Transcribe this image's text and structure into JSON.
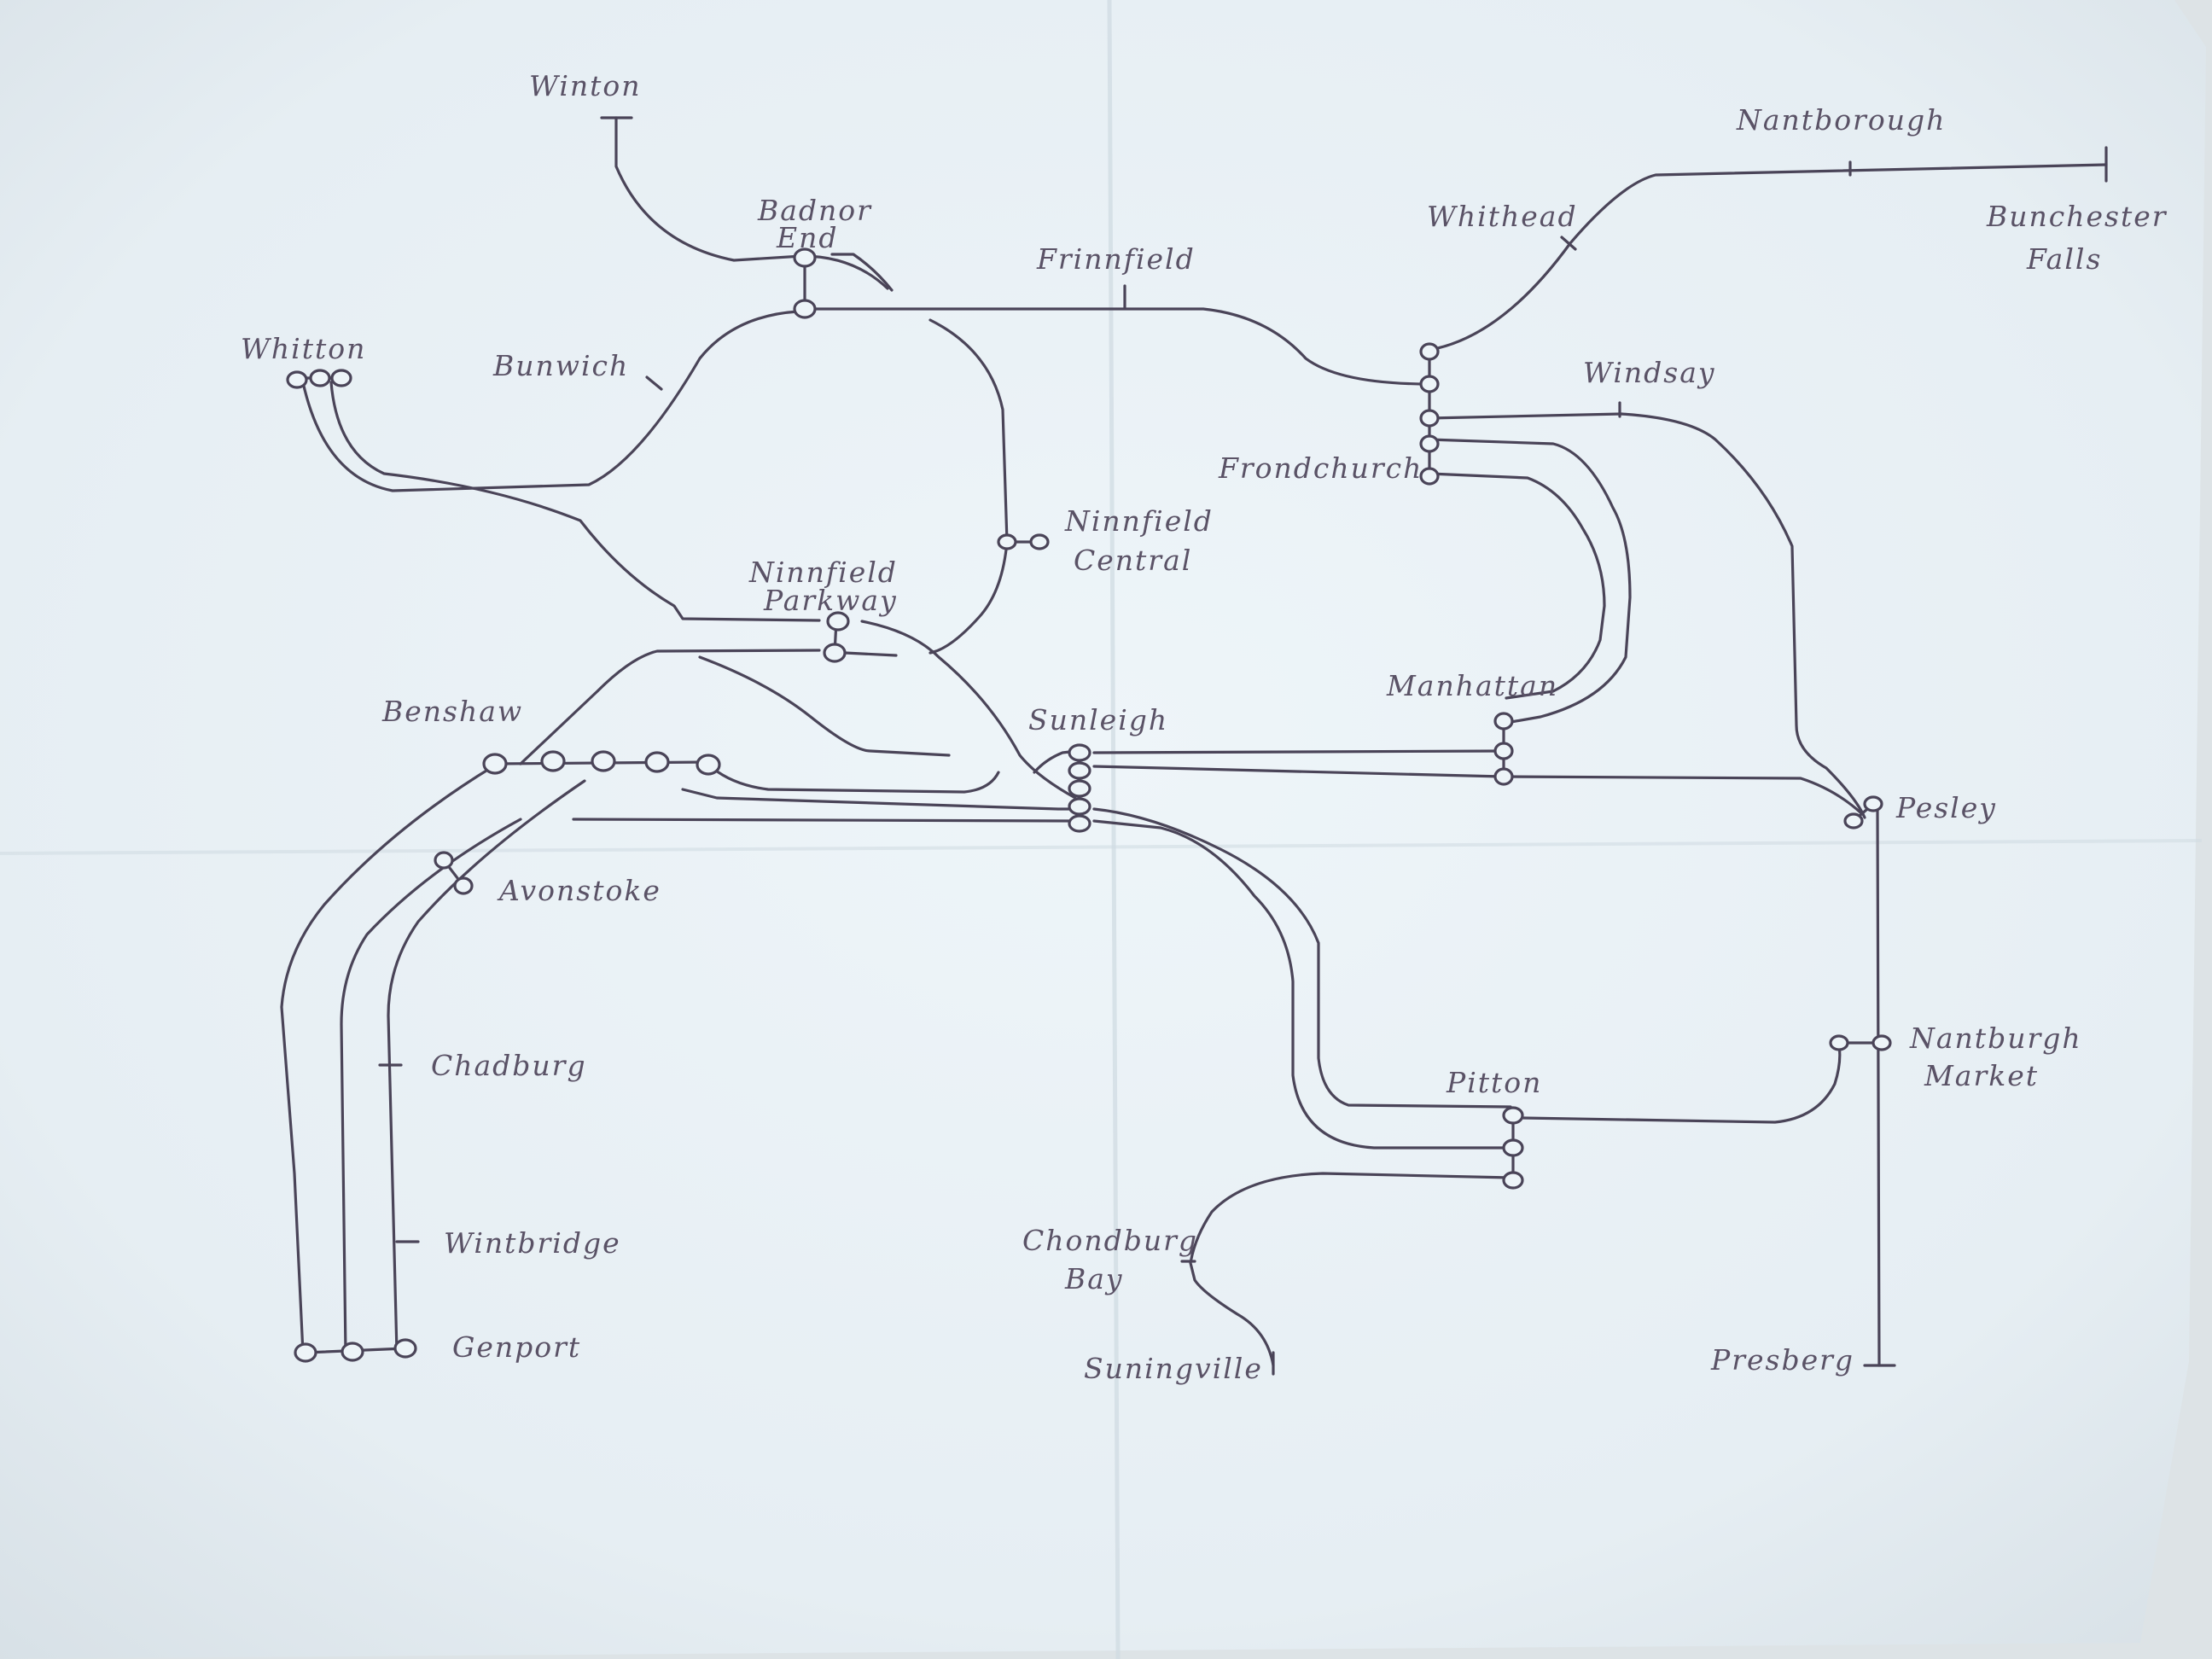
{
  "stations": {
    "winton": "Winton",
    "nantborough": "Nantborough",
    "bunchester_falls_1": "Bunchester",
    "bunchester_falls_2": "Falls",
    "badnor_end_1": "Badnor",
    "badnor_end_2": "End",
    "frinnfield": "Frinnfield",
    "whitton": "Whitton",
    "bunwich": "Bunwich",
    "whithead": "Whithead",
    "windsay": "Windsay",
    "frondchurch": "Frondchurch",
    "ninnfield_central_1": "Ninnfield",
    "ninnfield_central_2": "Central",
    "ninnfield_parkway_1": "Ninnfield",
    "ninnfield_parkway_2": "Parkway",
    "benshaw": "Benshaw",
    "sunleigh": "Sunleigh",
    "manhattan": "Manhattan",
    "pesley": "Pesley",
    "avonstoke": "Avonstoke",
    "chadburg": "Chadburg",
    "nantburgh_market_1": "Nantburgh",
    "nantburgh_market_2": "Market",
    "pitton": "Pitton",
    "chondburg_bay_1": "Chondburg",
    "chondburg_bay_2": "Bay",
    "wintbridge": "Wintbridge",
    "genport": "Genport",
    "suningville": "Suningville",
    "presberg": "Presberg"
  }
}
